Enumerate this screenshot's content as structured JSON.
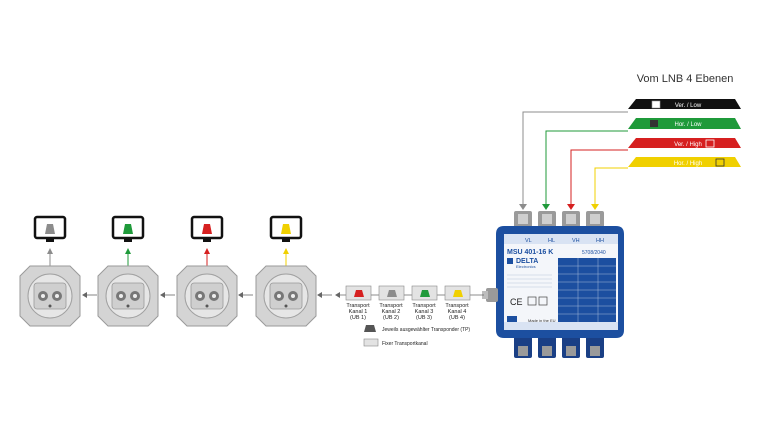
{
  "title": "Vom LNB 4 Ebenen",
  "colors": {
    "black": "#111111",
    "green": "#1f9a3a",
    "red": "#d62020",
    "yellow": "#f0d000",
    "grey": "#8c8c8c",
    "device_blue": "#1c4fa0",
    "light_grey": "#e3e3e3"
  },
  "lnb_levels": [
    {
      "label": "Ver. / Low",
      "color": "black",
      "text_color": "#ffffff"
    },
    {
      "label": "Hor. / Low",
      "color": "green",
      "text_color": "#ffffff"
    },
    {
      "label": "Ver. / High",
      "color": "red",
      "text_color": "#ffffff"
    },
    {
      "label": "Hor. / High",
      "color": "yellow",
      "text_color": "#ffffff"
    }
  ],
  "device": {
    "model": "MSU 401-16 K",
    "article": "5708/2040",
    "brand": "DELTA",
    "brand_sub": "Electronics",
    "made_in": "Made in the EU",
    "ports": [
      "VL",
      "HL",
      "VH",
      "HH"
    ],
    "ce": "CE"
  },
  "channels": [
    {
      "label_1": "Transport",
      "label_2": "Kanal 1",
      "label_3": "(UB 1)",
      "color": "red"
    },
    {
      "label_1": "Transport",
      "label_2": "Kanal 2",
      "label_3": "(UB 2)",
      "color": "grey"
    },
    {
      "label_1": "Transport",
      "label_2": "Kanal 3",
      "label_3": "(UB 3)",
      "color": "green"
    },
    {
      "label_1": "Transport",
      "label_2": "Kanal 4",
      "label_3": "(UB 4)",
      "color": "yellow"
    }
  ],
  "legend": [
    {
      "label": "Jeweils ausgewählter Transponder (TP)",
      "icon": "transponder-icon"
    },
    {
      "label": "Fixer Transportkanal",
      "icon": "fixed-channel-box"
    }
  ],
  "outlets": [
    {
      "color": "grey",
      "icon": "tv-icon"
    },
    {
      "color": "green",
      "icon": "tv-icon"
    },
    {
      "color": "red",
      "icon": "tv-icon"
    },
    {
      "color": "yellow",
      "icon": "tv-icon"
    }
  ]
}
